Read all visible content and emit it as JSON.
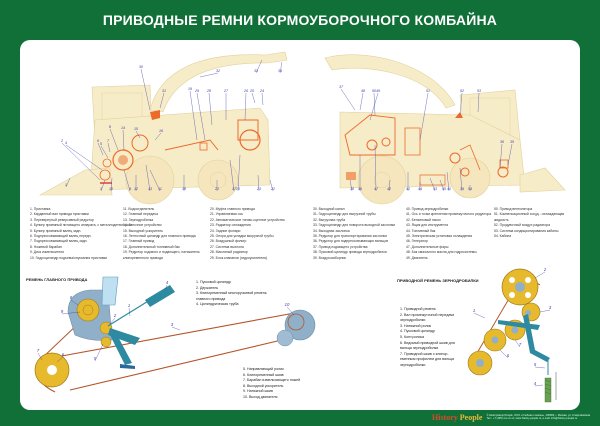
{
  "title": "ПРИВОДНЫЕ РЕМНИ КОРМОУБОРОЧНОГО КОМБАЙНА",
  "colors": {
    "border": "#117038",
    "machine_body": "#f7ecc8",
    "machine_outline": "#e8d9a8",
    "belt_parts": "#ec6a2a",
    "callout": "#3a3aa8",
    "pulley_gold": "#e7b92c",
    "steel_blue": "#2e8aa0",
    "gearbox_grey": "#8fb0c8",
    "belt": "#b5552a"
  },
  "machine_left": {
    "callouts": [
      "1",
      "2",
      "3",
      "4",
      "5",
      "6",
      "7",
      "8",
      "9",
      "10",
      "11",
      "12",
      "13",
      "14",
      "15",
      "16",
      "17",
      "18",
      "19",
      "20",
      "21",
      "22",
      "23",
      "24",
      "25",
      "26",
      "27",
      "28",
      "29",
      "30",
      "31",
      "32",
      "33",
      "34"
    ]
  },
  "machine_right": {
    "callouts": [
      "35",
      "36",
      "37",
      "38",
      "39",
      "40",
      "41",
      "42",
      "43",
      "44",
      "45",
      "46",
      "47",
      "48",
      "49",
      "50",
      "51",
      "52",
      "53",
      "54"
    ]
  },
  "legend": {
    "col1": [
      "1. Приставка",
      "2. Карданный вал привода приставки",
      "3. Перевернутый реверсивный редуктор",
      "4. Бункер приемный питающего аппарата, с металлодетектором",
      "5. Бункер приемный валец задн.",
      "6. Подпрессовывающий валец передн.",
      "7. Подпрессовывающий валец задн.",
      "8. Ножевой барабан",
      "9. Диск измельчителя",
      "10. Гидроцилиндр подъема/опускания приставки"
    ],
    "col2": [
      "11. Водоотделитель",
      "12. Главный передача",
      "13. Зернодробилка",
      "14. Заточное устройство",
      "15. Выходной ускоритель",
      "16. Ленточный цилиндр для главного привода",
      "17. Главный привод",
      "18. Дополнительный топливный бак",
      "19. Редуктор ходового и подающего, натяжитель",
      "клиноременного привода"
    ],
    "col3": [
      "20. Муфта главного привода",
      "21. Управляемая ось",
      "22. Автоматическое тягово-сцепное устройство",
      "23. Радиатор охлаждения",
      "24. Задние фонари",
      "25. Опора для укладки выгрузной трубы",
      "26. Воздушный фильтр",
      "27. Система выхлопа",
      "28. Масляный радиатор",
      "29. Блок клапанов (гидроусилителя)"
    ],
    "col4": [
      "30. Выходной канал",
      "31. Гидроцилиндр для выгрузной трубы",
      "32. Выгрузная труба",
      "33. Гидроцилиндр для поворота выходной заслонки",
      "34. Выходная заслонка",
      "35. Редуктор для транспортирования заслонки",
      "36. Редуктор для подпрессовывающих вальцов",
      "37. Привод подающего устройства",
      "38. Пусковой цилиндр привода зернодробилки",
      "39. Воздухозаборник"
    ],
    "col5": [
      "40. Привод зернодробилки",
      "41. Ось и точки крепления промежуточного редуктора",
      "42. Бензиновый насос",
      "43. Ящик для инструмента",
      "44. Топливный бак",
      "45. Электрическая установка охлаждения",
      "46. Генератор",
      "47. Дополнительные фары",
      "48. Бак смазочного масла для гидросистемы",
      "49. Двигатель"
    ],
    "col6": [
      "50. Привод вентилятора",
      "51. Компенсационный сосуд - охлаждающая",
      "жидкость",
      "52. Продувочный воздух радиатора",
      "53. Система кондиционирования кабины",
      "54. Кабина"
    ]
  },
  "main_drive": {
    "title": "РЕМЕНЬ ГЛАВНОГО ПРИВОДА",
    "desc_top": [
      "1. Пусковой цилиндр",
      "2. Держатель",
      "3. Клиноременный многоручьевой ремень",
      "главного привода",
      "4. Цилиндрическая труба"
    ],
    "desc_bottom": [
      "5. Направляющий ролик",
      "6. Клиноременный шкив",
      "7. Барабан измельчающего ножей",
      "8. Выходной ускоритель",
      "9. Натяжной шкив",
      "10. Выход двигателя"
    ],
    "callouts": [
      "1",
      "2",
      "3",
      "4",
      "5",
      "6",
      "7",
      "8",
      "9",
      "10"
    ]
  },
  "grain_drive": {
    "title": "ПРИВОДНОЙ РЕМЕНЬ ЗЕРНОДРОБИЛКИ",
    "desc": [
      "1. Приводной ремень",
      "2. Вал промежуточной передачи",
      "зернодробилки",
      "3. Натяжной ролик",
      "4. Пусковой цилиндр",
      "5. Конт.ролика",
      "6. Ведомый приводной шкив для",
      "вальца зернодробилки",
      "7. Приводной шкив с клинор-",
      "еменным профилем для вальца",
      "зернодробилки"
    ],
    "callouts": [
      "1",
      "2",
      "3",
      "4",
      "5",
      "6",
      "7"
    ]
  },
  "footer": {
    "brand_1": "History",
    "brand_2": "People",
    "text_1": "© History&amp;People, ООО «Учебная техника», 105066, г. Москва, ул. Спартаковская",
    "text_2": "Тел.: +7 (495) xxx-xx-xx; www.history-people.ru; e-mail: info@history-people.ru"
  }
}
